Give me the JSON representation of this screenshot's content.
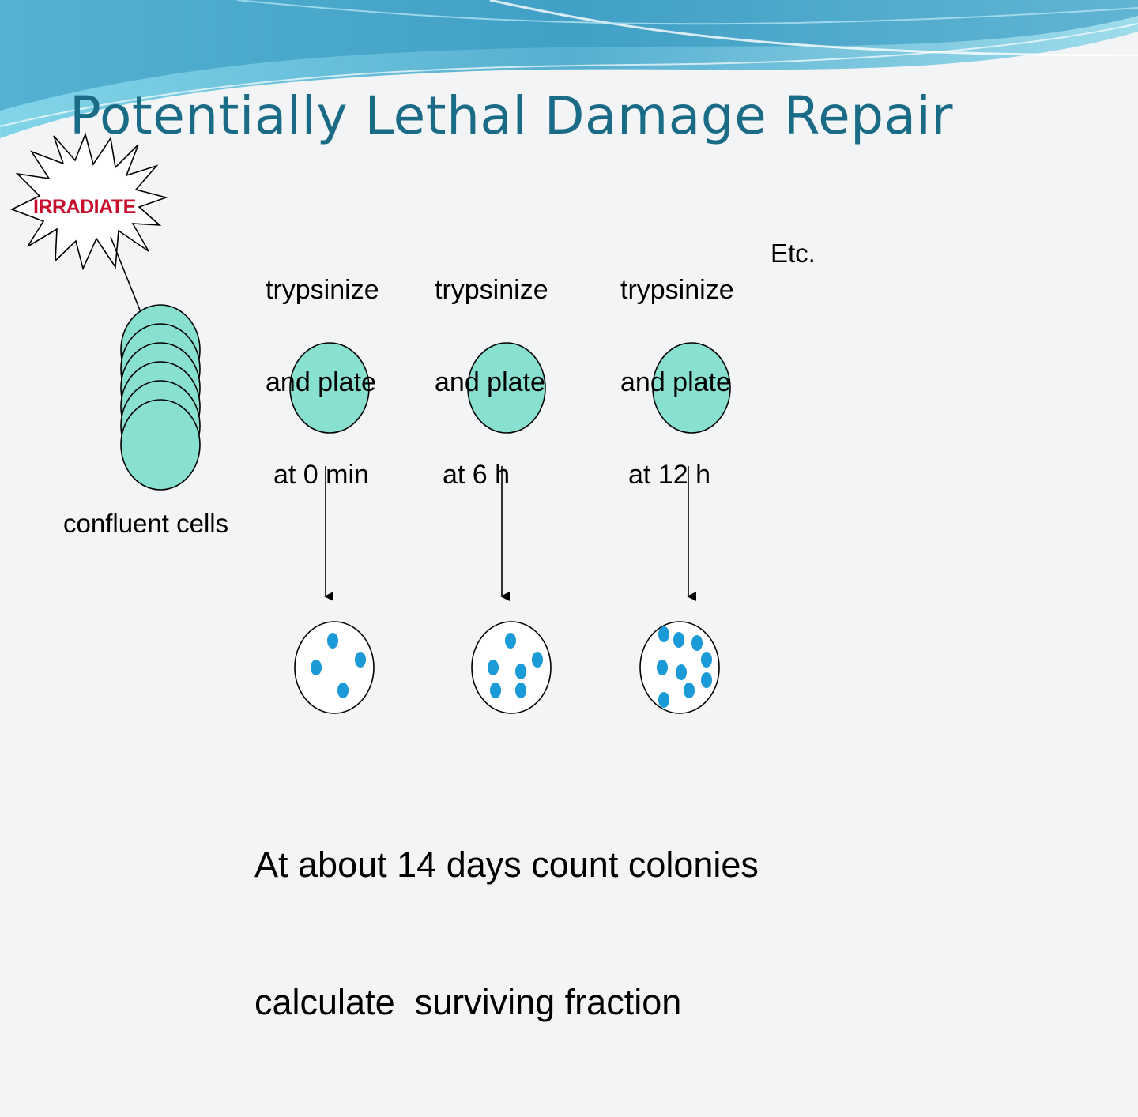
{
  "slide": {
    "title": "Potentially Lethal Damage Repair",
    "burst_label": "IRRADIATE",
    "stack_label": "confluent cells",
    "steps": [
      {
        "line1": "trypsinize",
        "line2": "and plate",
        "line3": "at 0 min"
      },
      {
        "line1": "trypsinize",
        "line2": "and plate",
        "line3": "at 6 h"
      },
      {
        "line1": "trypsinize",
        "line2": "and plate",
        "line3": "at 12 h"
      }
    ],
    "etc_label": "Etc.",
    "footer": {
      "line1": "At about 14 days count colonies",
      "line2": "calculate  surviving fraction"
    }
  },
  "colors": {
    "title": "#1a6b86",
    "dish_fill": "#88e0d0",
    "colony": "#1a9ad6",
    "burst_text": "#c8102e"
  }
}
